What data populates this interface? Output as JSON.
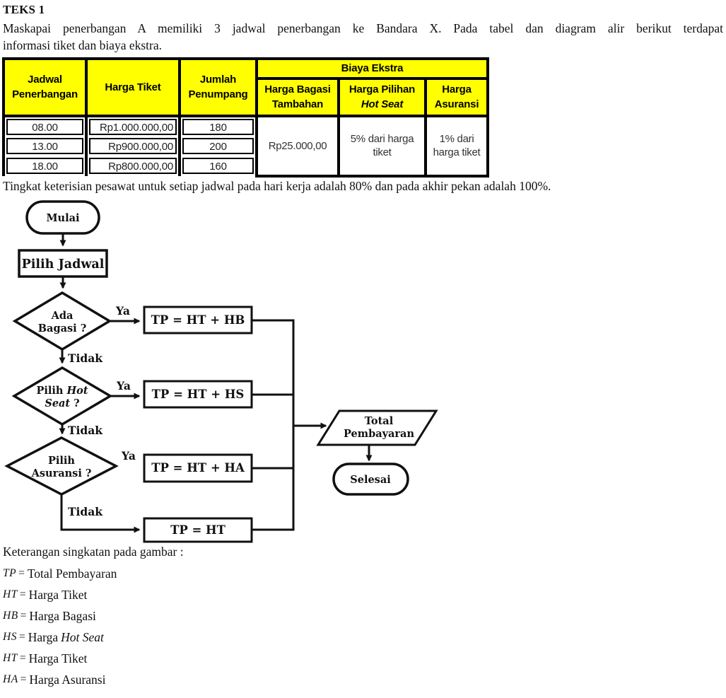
{
  "page": {
    "title": "TEKS 1",
    "intro_line1": "Maskapai penerbangan A memiliki 3 jadwal penerbangan ke Bandara X. Pada tabel dan diagram alir berikut terdapat",
    "intro_line2": "informasi tiket dan biaya ekstra.",
    "occupancy_note": "Tingkat keterisian pesawat untuk setiap jadwal pada hari kerja adalah 80% dan pada akhir pekan adalah 100%."
  },
  "table": {
    "headers": {
      "jadwal": "Jadwal Penerbangan",
      "harga_tiket": "Harga Tiket",
      "jumlah_penumpang": "Jumlah Penumpang",
      "biaya_ekstra": "Biaya Ekstra",
      "bagasi": "Harga Bagasi Tambahan",
      "hot_seat_line1": "Harga Pilihan",
      "hot_seat_line2": "Hot Seat",
      "asuransi": "Harga Asuransi"
    },
    "rows": [
      {
        "jadwal": "08.00",
        "harga": "Rp1.000.000,00",
        "jumlah": "180"
      },
      {
        "jadwal": "13.00",
        "harga": "Rp900.000,00",
        "jumlah": "200"
      },
      {
        "jadwal": "18.00",
        "harga": "Rp800.000,00",
        "jumlah": "160"
      }
    ],
    "merged": {
      "bagasi": "Rp25.000,00",
      "hot_seat": "5% dari harga tiket",
      "asuransi": "1% dari harga tiket"
    },
    "header_bg": "#FFFF00",
    "border_color": "#000000"
  },
  "flowchart": {
    "start": "Mulai",
    "step_pilih_jadwal": "Pilih Jadwal",
    "d1": {
      "line1": "Ada",
      "line2": "Bagasi ?"
    },
    "d2": {
      "t1": "Pilih",
      "t2": "Hot",
      "t3": "Seat",
      "t4": "?"
    },
    "d3": {
      "line1": "Pilih",
      "line2": "Asuransi ?"
    },
    "box_hb": "TP = HT + HB",
    "box_hs": "TP = HT + HS",
    "box_ha": "TP = HT + HA",
    "box_ht": "TP = HT",
    "yes": "Ya",
    "no": "Tidak",
    "output": {
      "line1": "Total",
      "line2": "Pembayaran"
    },
    "end": "Selesai",
    "colors": {
      "yes": "#1e7b1e",
      "no": "#f11717"
    }
  },
  "legend": {
    "heading": "Keterangan singkatan pada gambar :",
    "eq": "=",
    "items": [
      {
        "abbr": "TP",
        "desc": "Total Pembayaran",
        "desc_italic": ""
      },
      {
        "abbr": "HT",
        "desc": "Harga Tiket",
        "desc_italic": ""
      },
      {
        "abbr": "HB",
        "desc": "Harga Bagasi",
        "desc_italic": ""
      },
      {
        "abbr": "HS",
        "desc": "Harga",
        "desc_italic": "Hot Seat"
      },
      {
        "abbr": "HT",
        "desc": "Harga Tiket",
        "desc_italic": ""
      },
      {
        "abbr": "HA",
        "desc": "Harga Asuransi",
        "desc_italic": ""
      }
    ]
  }
}
